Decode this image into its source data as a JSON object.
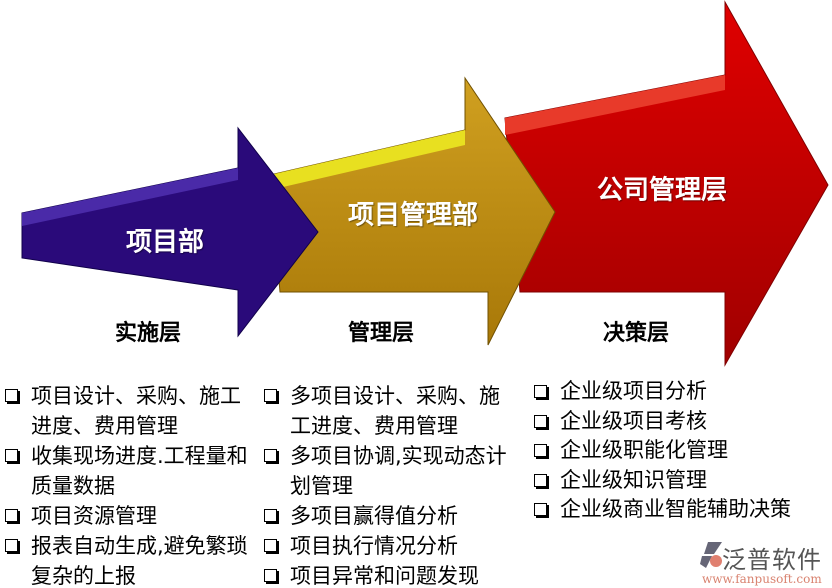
{
  "arrows": [
    {
      "title": "项目部",
      "layer": "实施层",
      "color": "#2a0a7a"
    },
    {
      "title": "项目管理部",
      "layer": "管理层",
      "color": "#b8860b"
    },
    {
      "title": "公司管理层",
      "layer": "决策层",
      "color": "#cc0000"
    }
  ],
  "columns": [
    {
      "items": [
        "项目设计、采购、施工进度、费用管理",
        "收集现场进度.工程量和质量数据",
        "项目资源管理",
        "报表自动生成,避免繁琐复杂的上报"
      ]
    },
    {
      "items": [
        "多项目设计、采购、施工进度、费用管理",
        "多项目协调,实现动态计划管理",
        "多项目赢得值分析",
        "项目执行情况分析",
        "项目异常和问题发现"
      ]
    },
    {
      "items": [
        "企业级项目分析",
        "企业级项目考核",
        "企业级职能化管理",
        "企业级知识管理",
        "企业级商业智能辅助决策"
      ]
    }
  ],
  "logo": {
    "name": "泛普软件",
    "url": "www.fanpusoft.com"
  }
}
